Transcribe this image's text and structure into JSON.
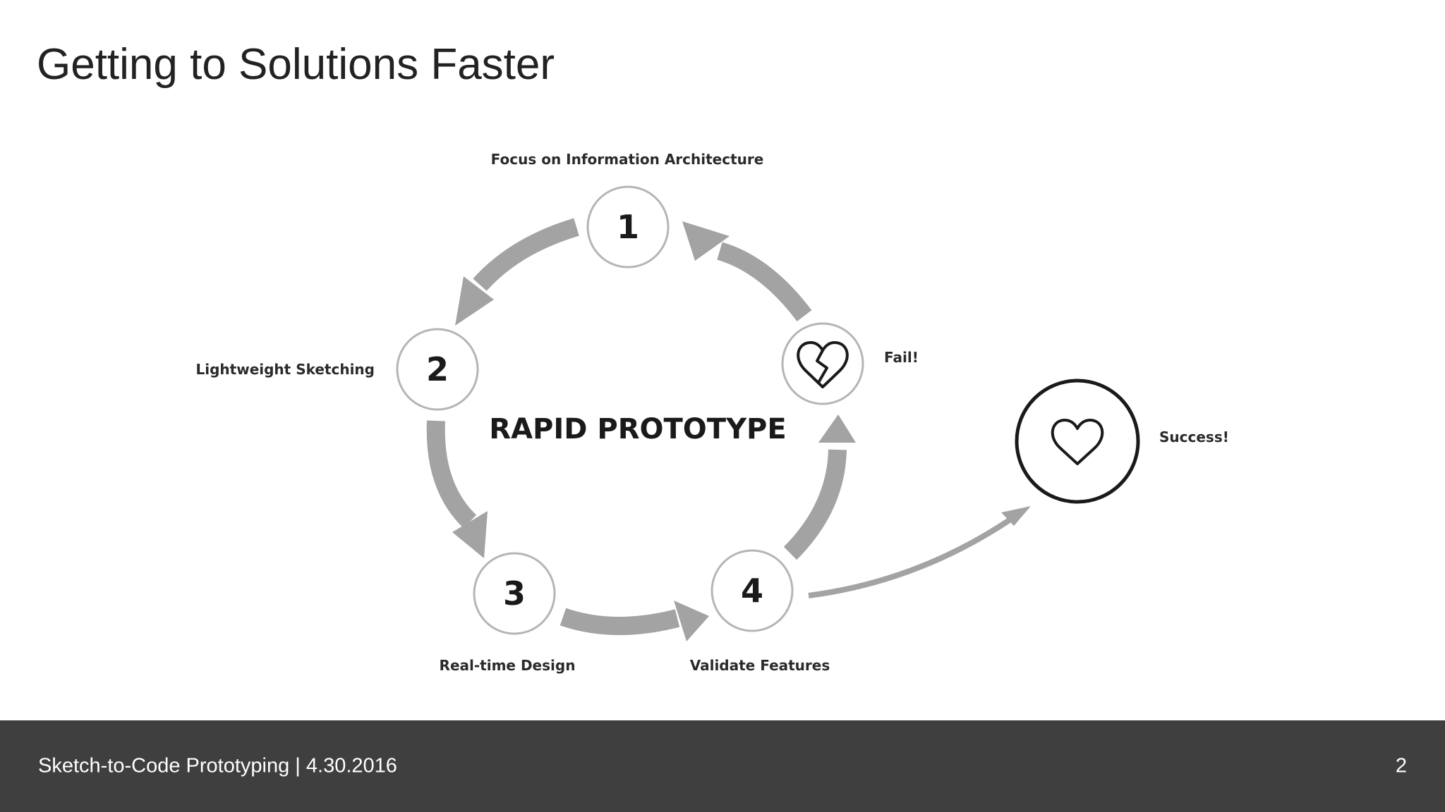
{
  "slide": {
    "title": "Getting to Solutions Faster"
  },
  "diagram": {
    "center_label": "RAPID PROTOTYPE",
    "steps": [
      {
        "number": "1",
        "label": "Focus on Information Architecture"
      },
      {
        "number": "2",
        "label": "Lightweight Sketching"
      },
      {
        "number": "3",
        "label": "Real-time Design"
      },
      {
        "number": "4",
        "label": "Validate Features"
      }
    ],
    "fail": {
      "label": "Fail!",
      "icon": "broken-heart-icon"
    },
    "success": {
      "label": "Success!",
      "icon": "heart-icon"
    },
    "colors": {
      "arrow": "#a3a3a3",
      "circle_stroke": "#b5b5b5",
      "text": "#1a1a1a"
    }
  },
  "footer": {
    "text": "Sketch-to-Code Prototyping | 4.30.2016",
    "page_number": "2",
    "background": "#3f3f3f"
  }
}
